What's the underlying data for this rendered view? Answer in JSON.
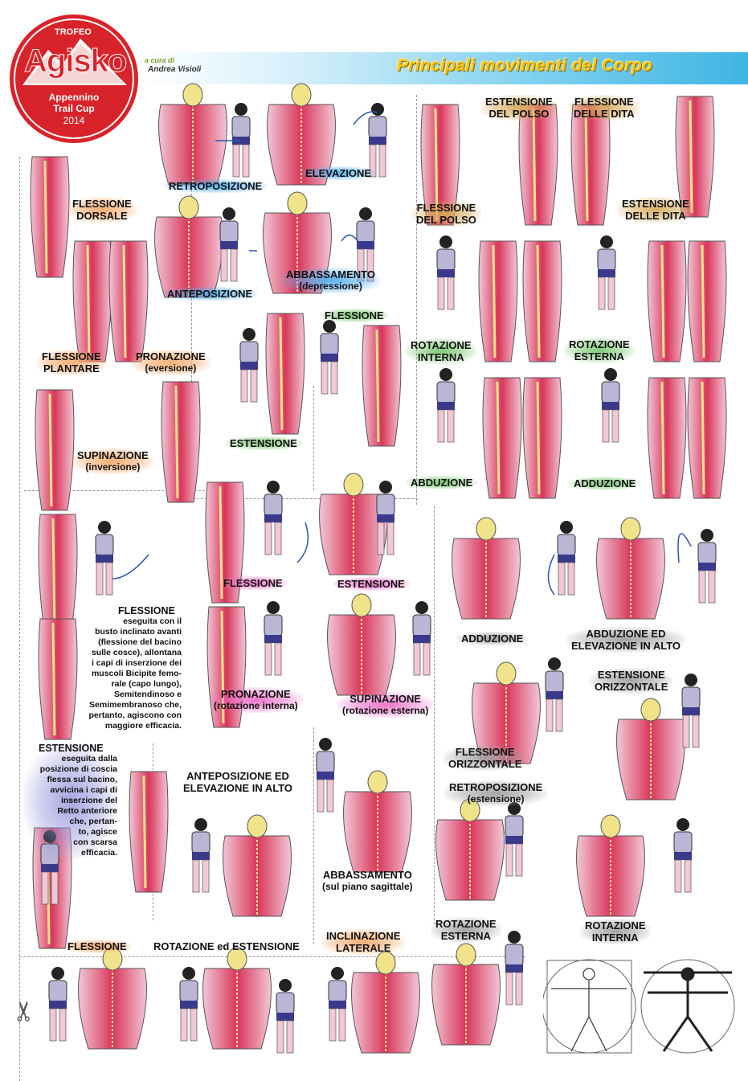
{
  "header": {
    "curator_prefix": "a cura di",
    "curator": "Andrea Visioli",
    "title": "Principali movimenti del Corpo"
  },
  "logo": {
    "top": "TROFEO",
    "brand": "Agisko",
    "line1": "Appennino",
    "line2": "Trail Cup",
    "year": "2014"
  },
  "labels": {
    "retroposizione": "RETROPOSIZIONE",
    "elevazione": "ELEVAZIONE",
    "estensione_polso_top": [
      "ESTENSIONE",
      "DEL POLSO"
    ],
    "flessione_dita": [
      "FLESSIONE",
      "DELLE DITA"
    ],
    "flessione_dorsale": [
      "FLESSIONE",
      "DORSALE"
    ],
    "flessione_polso": [
      "FLESSIONE",
      "DEL POLSO"
    ],
    "estensione_dita": [
      "ESTENSIONE",
      "DELLE DITA"
    ],
    "anteposizione": "ANTEPOSIZIONE",
    "abbassamento": [
      "ABBASSAMENTO",
      "(depressione)"
    ],
    "flessione_anca": "FLESSIONE",
    "rotazione_interna_anca": [
      "ROTAZIONE",
      "INTERNA"
    ],
    "rotazione_esterna_anca": [
      "ROTAZIONE",
      "ESTERNA"
    ],
    "flessione_plantare": [
      "FLESSIONE",
      "PLANTARE"
    ],
    "pronazione_piede": [
      "PRONAZIONE",
      "(eversione)"
    ],
    "estensione_anca": "ESTENSIONE",
    "supinazione_piede": [
      "SUPINAZIONE",
      "(inversione)"
    ],
    "abduzione_anca": "ABDUZIONE",
    "adduzione_anca": "ADDUZIONE",
    "flessione_gomito": "FLESSIONE",
    "estensione_gomito": "ESTENSIONE",
    "adduzione_spalla": "ADDUZIONE",
    "abduzione_elevazione": [
      "ABDUZIONE ED",
      "ELEVAZIONE IN ALTO"
    ],
    "pronazione_avambraccio": [
      "PRONAZIONE",
      "(rotazione interna)"
    ],
    "supinazione_avambraccio": [
      "SUPINAZIONE",
      "(rotazione esterna)"
    ],
    "estensione_orizzontale": [
      "ESTENSIONE",
      "ORIZZONTALE"
    ],
    "flessione_orizzontale": [
      "FLESSIONE",
      "ORIZZONTALE"
    ],
    "anteposizione_elevazione": [
      "ANTEPOSIZIONE ED",
      "ELEVAZIONE IN ALTO"
    ],
    "retroposizione_estensione": [
      "RETROPOSIZIONE",
      "(estensione)"
    ],
    "abbassamento_sagittale": [
      "ABBASSAMENTO",
      "(sul piano sagittale)"
    ],
    "rotazione_esterna_spalla": [
      "ROTAZIONE",
      "ESTERNA"
    ],
    "rotazione_interna_spalla": [
      "ROTAZIONE",
      "INTERNA"
    ],
    "flessione_tronco": "FLESSIONE",
    "rotazione_estensione": "ROTAZIONE ed ESTENSIONE",
    "inclinazione_laterale": [
      "INCLINAZIONE",
      "LATERALE"
    ]
  },
  "descriptions": {
    "flessione_coscia": {
      "head": "FLESSIONE",
      "lines": [
        "eseguita con il",
        "busto inclinato avanti",
        "(flessione del bacino",
        "sulle cosce), allontana",
        "i capi di inserzione dei",
        "muscoli Bicipite femo-",
        "rale (capo lungo),",
        "Semitendinoso e",
        "Semimembranoso che,",
        "pertanto, agiscono con",
        "maggiore efficacia."
      ]
    },
    "estensione_coscia": {
      "head": "ESTENSIONE",
      "lines": [
        "eseguita dalla",
        "posizione di coscia",
        "flessa sul bacino,",
        "avvicina i capi di",
        "inserzione del",
        "Retto anteriore",
        "che, pertan-",
        "to, agisce",
        "con scarsa",
        "efficacia."
      ]
    }
  },
  "colors": {
    "muscle_red": "#d9365a",
    "skin_pink": "#f2c7d6",
    "shirt": "#b9b6d6",
    "shorts": "#3b3a8a",
    "tendon_yellow": "#f1e38a",
    "logo_red": "#d8232a",
    "title_gold": "#f3c51a"
  },
  "icons": [
    "scissors-icon",
    "vitruvian-man-icon",
    "arrow-icon"
  ]
}
